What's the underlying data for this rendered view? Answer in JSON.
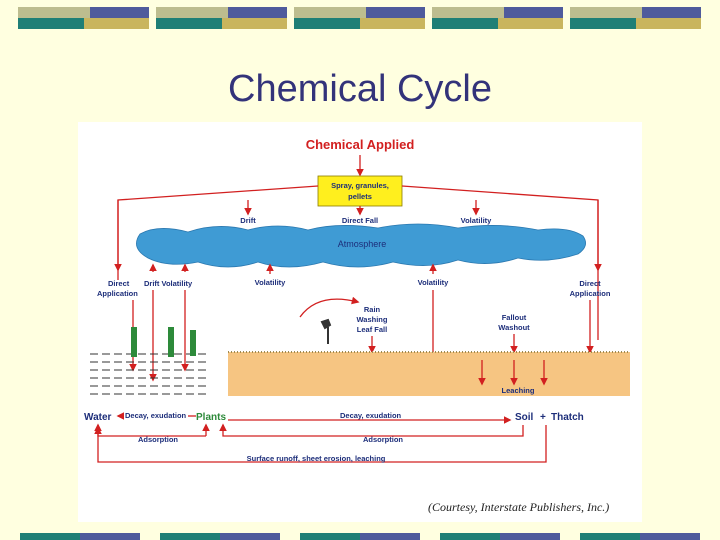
{
  "slide": {
    "title": "Chemical Cycle",
    "colors": {
      "background": "#ffffe0",
      "bar_teal": "#1f7f76",
      "bar_gold": "#c9b55d",
      "bar_navy": "#4f5b9c",
      "bar_khaki": "#bdbd8f",
      "title": "#33337a"
    }
  },
  "diagram": {
    "header": "Chemical Applied",
    "box_label_line1": "Spray, granules,",
    "box_label_line2": "pellets",
    "drift_top": "Drift",
    "direct_fall": "Direct Fall",
    "volatility_top": "Volatility",
    "atmosphere": "Atmosphere",
    "direct_application_left_1": "Direct",
    "direct_application_left_2": "Application",
    "drift_volatility": "Drift Volatility",
    "volatility_mid": "Volatility",
    "volatility_right": "Volatility",
    "direct_application_right_1": "Direct",
    "direct_application_right_2": "Application",
    "rain_1": "Rain",
    "rain_2": "Washing",
    "rain_3": "Leaf Fall",
    "fallout_1": "Fallout",
    "fallout_2": "Washout",
    "leaching": "Leaching",
    "water": "Water",
    "decay_exudation_left": "Decay, exudation",
    "plants": "Plants",
    "decay_exudation_right": "Decay, exudation",
    "soil": "Soil",
    "plus": "+",
    "thatch": "Thatch",
    "adsorption_left": "Adsorption",
    "adsorption_right": "Adsorption",
    "surface_runoff": "Surface runoff, sheet erosion, leaching",
    "credit": "(Courtesy, Interstate Publishers, Inc.)"
  }
}
